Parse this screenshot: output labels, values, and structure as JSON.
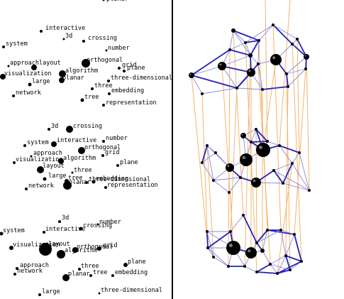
{
  "left_panel": {
    "clusters": [
      {
        "words": [
          {
            "text": "interactive"
          },
          {
            "text": "3d"
          },
          {
            "text": "crossing"
          },
          {
            "text": "system"
          },
          {
            "text": "number"
          },
          {
            "text": "approach"
          },
          {
            "text": "layout"
          },
          {
            "text": "orthogonal"
          },
          {
            "text": "grid"
          },
          {
            "text": "visualization"
          },
          {
            "text": "algorithm"
          },
          {
            "text": "plane"
          },
          {
            "text": "planar"
          },
          {
            "text": "large"
          },
          {
            "text": "three-dimensional"
          },
          {
            "text": "three"
          },
          {
            "text": "network"
          },
          {
            "text": "embedding"
          },
          {
            "text": "tree"
          },
          {
            "text": "representation"
          }
        ]
      },
      {
        "words": [
          {
            "text": "3d"
          },
          {
            "text": "crossing"
          },
          {
            "text": "number"
          },
          {
            "text": "system"
          },
          {
            "text": "interactive"
          },
          {
            "text": "orthogonal"
          },
          {
            "text": "approach"
          },
          {
            "text": "grid"
          },
          {
            "text": "visualization"
          },
          {
            "text": "algorithm"
          },
          {
            "text": "plane"
          },
          {
            "text": "layout"
          },
          {
            "text": "three"
          },
          {
            "text": "large"
          },
          {
            "text": "tree"
          },
          {
            "text": "embedding"
          },
          {
            "text": "three-dimensional"
          },
          {
            "text": "planar"
          },
          {
            "text": "network"
          },
          {
            "text": "representation"
          }
        ]
      },
      {
        "words": [
          {
            "text": "3d"
          },
          {
            "text": "number"
          },
          {
            "text": "system"
          },
          {
            "text": "interactive"
          },
          {
            "text": "crossing"
          },
          {
            "text": "visualization"
          },
          {
            "text": "layout"
          },
          {
            "text": "grid"
          },
          {
            "text": "orthogonal"
          },
          {
            "text": "algorithm"
          },
          {
            "text": "plane"
          },
          {
            "text": "approach"
          },
          {
            "text": "three"
          },
          {
            "text": "network"
          },
          {
            "text": "tree"
          },
          {
            "text": "planar"
          },
          {
            "text": "embedding"
          },
          {
            "text": "large"
          },
          {
            "text": "three-dimensional"
          }
        ]
      }
    ]
  },
  "right_panel": {
    "colors": {
      "strong_edge": "#2222bb",
      "weak_edge": "#8888dd",
      "inter_layer": "#f5b36a",
      "node": "#000000"
    }
  }
}
